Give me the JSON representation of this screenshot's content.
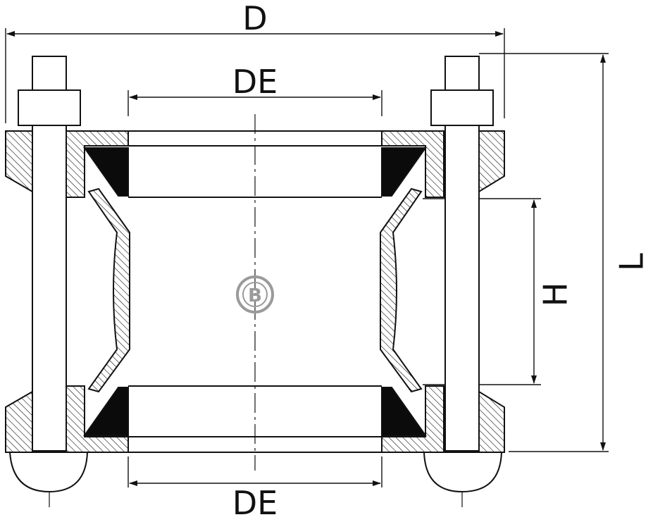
{
  "labels": {
    "outer_diameter": "D",
    "inner_diameter_top": "DE",
    "inner_diameter_bottom": "DE",
    "gap_height": "H",
    "length": "L"
  },
  "watermark": {
    "icon": "b-circle-logo",
    "color": "#9a9a9a"
  },
  "colors": {
    "ink": "#111111",
    "background": "#ffffff"
  }
}
